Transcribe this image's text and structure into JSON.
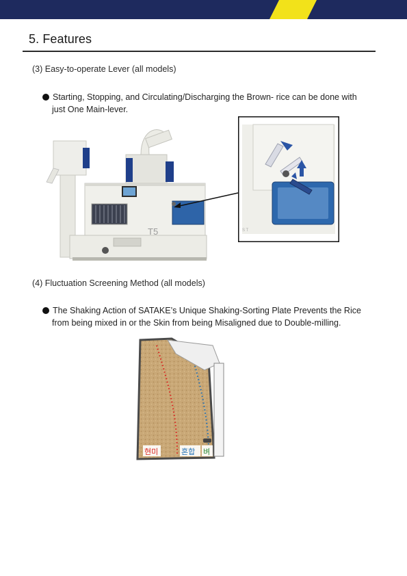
{
  "header": {
    "band_color": "#1e2a5e",
    "accent_color": "#f2e21a"
  },
  "section": {
    "title": "5. Features"
  },
  "feature_lever": {
    "heading": "(3) Easy-to-operate Lever (all models)",
    "bullet_line1": "Starting, Stopping, and Circulating/Discharging the Brown- rice can be done with",
    "bullet_line2": "just One Main-lever.",
    "machine_model_label": "T5"
  },
  "feature_screening": {
    "heading": "(4) Fluctuation Screening Method (all models)",
    "bullet_line1": "The Shaking Action of SATAKE’s Unique Shaking-Sorting Plate Prevents the Rice",
    "bullet_line2": "from being mixed in or the Skin from being Misaligned due to Double-milling.",
    "zone_labels": {
      "brown_rice": "현미",
      "mixed": "혼합",
      "paddy": "벼"
    },
    "zone_colors": {
      "brown_rice": "#d9241f",
      "mixed": "#1f6fb5",
      "paddy": "#2e8b3a"
    }
  }
}
